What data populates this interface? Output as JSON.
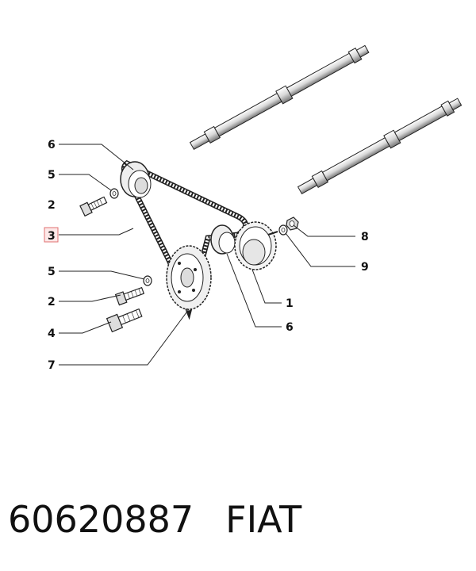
{
  "diagram": {
    "callouts": [
      {
        "id": "c6a",
        "label": "6"
      },
      {
        "id": "c5a",
        "label": "5"
      },
      {
        "id": "c2a",
        "label": "2"
      },
      {
        "id": "c3",
        "label": "3",
        "highlighted": true
      },
      {
        "id": "c5b",
        "label": "5"
      },
      {
        "id": "c2b",
        "label": "2"
      },
      {
        "id": "c4",
        "label": "4"
      },
      {
        "id": "c7",
        "label": "7"
      },
      {
        "id": "c8",
        "label": "8"
      },
      {
        "id": "c9",
        "label": "9"
      },
      {
        "id": "c1",
        "label": "1"
      },
      {
        "id": "c6b",
        "label": "6"
      }
    ],
    "highlight_color": "#e07070",
    "highlight_fill": "#fde8e8"
  },
  "footer": {
    "part_number": "60620887",
    "brand": "FIAT"
  }
}
